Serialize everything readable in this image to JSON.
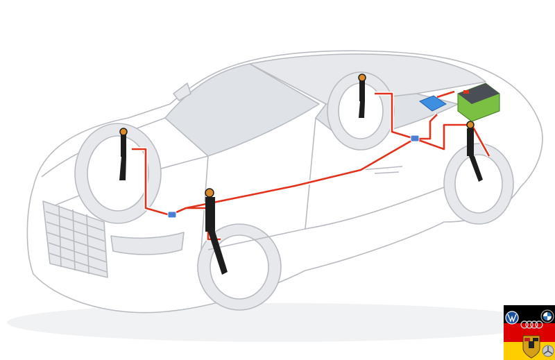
{
  "diagram": {
    "subject": "car-suspension-wiring-diagram",
    "colors": {
      "car_fill": "#ffffff",
      "car_line": "#b8bcc2",
      "car_shade": "#e6e8eb",
      "glass": "#dfe3e8",
      "wire_red": "#e2321b",
      "wire_outline": "#ffffff",
      "shock_body": "#1d1d1d",
      "shock_mount": "#d98a2b",
      "sensor_blue": "#4a7fd6",
      "control_unit": "#3f8fe0",
      "battery_green": "#7bc043",
      "battery_top": "#4a4f55"
    },
    "components": [
      {
        "name": "front-left-shock-absorber"
      },
      {
        "name": "front-right-shock-absorber"
      },
      {
        "name": "rear-left-shock-absorber"
      },
      {
        "name": "rear-right-shock-absorber"
      },
      {
        "name": "battery"
      },
      {
        "name": "control-unit"
      },
      {
        "name": "junction-front"
      },
      {
        "name": "junction-rear"
      }
    ]
  },
  "logo_badge": {
    "colors": {
      "flag_black": "#000000",
      "flag_red": "#dd0000",
      "flag_gold": "#ffce00"
    },
    "icons": [
      "vw-logo-icon",
      "audi-rings-icon",
      "bmw-logo-icon",
      "porsche-crest-icon",
      "mercedes-star-icon"
    ]
  }
}
